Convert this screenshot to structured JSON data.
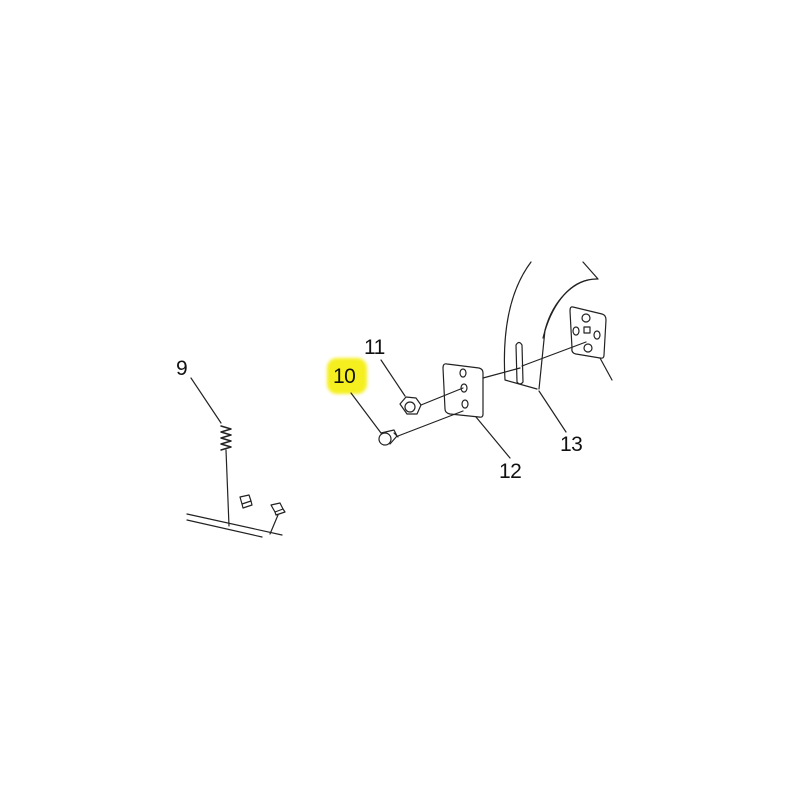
{
  "diagram": {
    "type": "exploded parts diagram",
    "highlight_color": "#f5ef1f",
    "callouts": [
      {
        "number": "9",
        "part": "spring",
        "partially_cropped": true
      },
      {
        "number": "10",
        "part": "bolt / screw",
        "highlighted": true
      },
      {
        "number": "11",
        "part": "hex nut"
      },
      {
        "number": "12",
        "part": "mounting plate (3 holes)"
      },
      {
        "number": "13",
        "part": "curved bracket with slot"
      }
    ],
    "unlabeled_parts": [
      "small square nut",
      "small square nut",
      "base rail",
      "plate with slot and holes"
    ]
  }
}
